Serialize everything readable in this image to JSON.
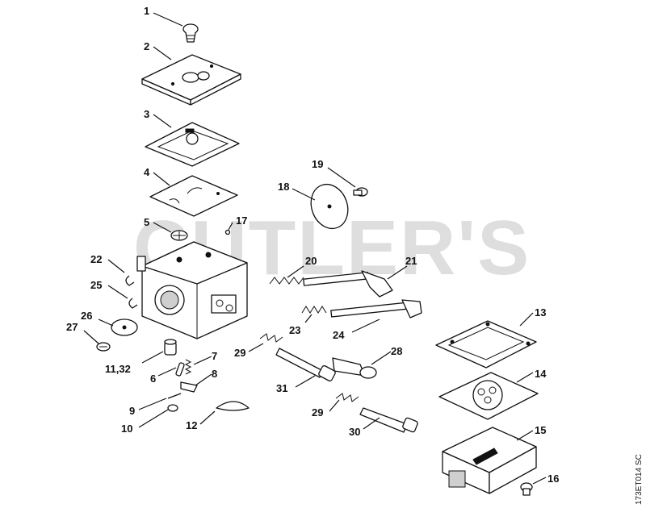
{
  "watermark": "CUTLER'S",
  "drawing_code": "173ET014 SC",
  "callouts": {
    "c1": "1",
    "c2": "2",
    "c3": "3",
    "c4": "4",
    "c5": "5",
    "c6": "6",
    "c7": "7",
    "c8": "8",
    "c9": "9",
    "c10": "10",
    "c11_32": "11,32",
    "c12": "12",
    "c13": "13",
    "c14": "14",
    "c15": "15",
    "c16": "16",
    "c17": "17",
    "c18": "18",
    "c19": "19",
    "c20": "20",
    "c21": "21",
    "c22": "22",
    "c23": "23",
    "c24": "24",
    "c25": "25",
    "c26": "26",
    "c27": "27",
    "c28": "28",
    "c29a": "29",
    "c29b": "29",
    "c30": "30",
    "c31": "31"
  }
}
